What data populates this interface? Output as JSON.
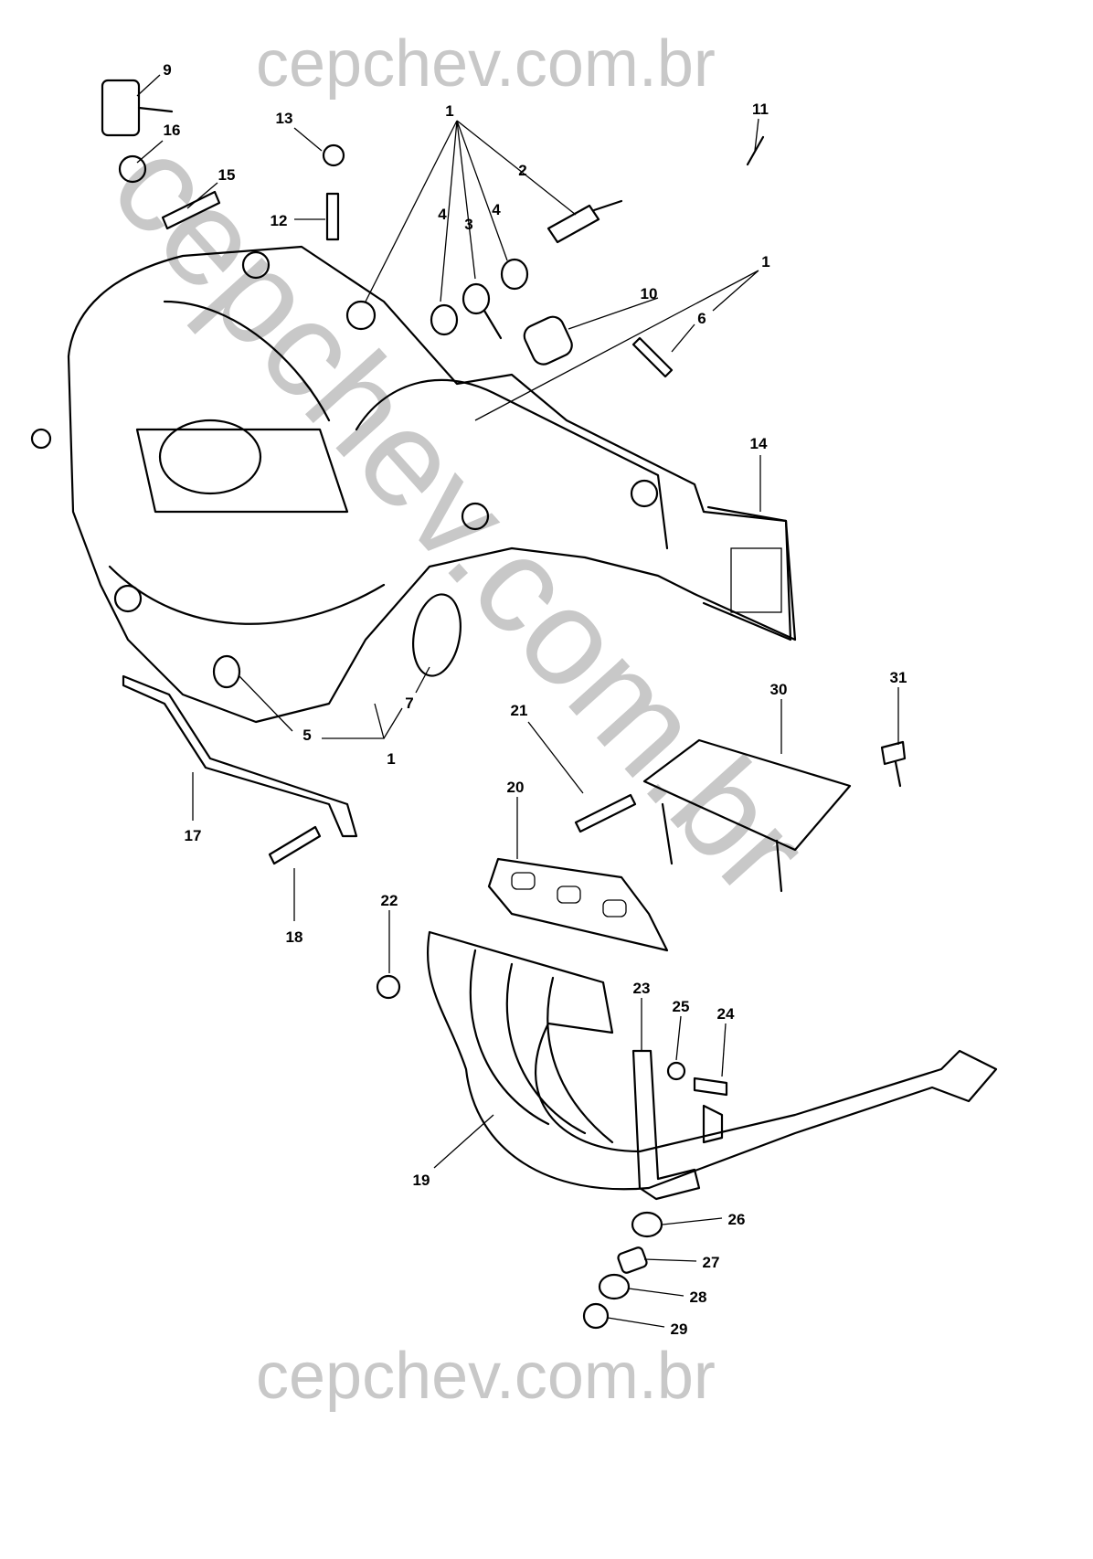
{
  "watermark": {
    "top": "cepchev.com.br",
    "bottom": "cepchev.com.br",
    "diagonal": "cepchev.com.br"
  },
  "callouts": [
    "9",
    "13",
    "1",
    "11",
    "2",
    "16",
    "15",
    "12",
    "4",
    "3",
    "4",
    "1",
    "10",
    "6",
    "14",
    "7",
    "5",
    "1",
    "31",
    "30",
    "21",
    "20",
    "17",
    "18",
    "22",
    "23",
    "25",
    "24",
    "19",
    "26",
    "27",
    "28",
    "29"
  ]
}
